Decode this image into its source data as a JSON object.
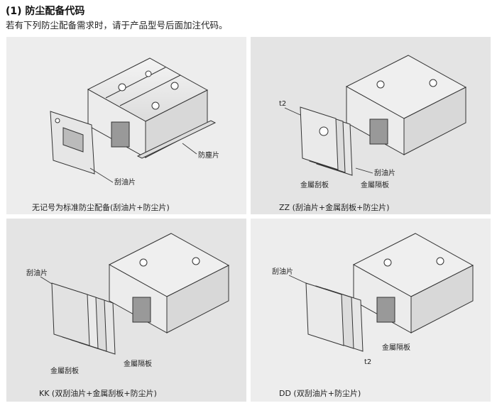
{
  "header": {
    "title": "(1) 防尘配备代码",
    "subtitle": "若有下列防尘配备需求时，请于产品型号后面加注代码。"
  },
  "panels": [
    {
      "caption": "无记号为标准防尘配备(刮油片+防尘片)",
      "labels": {
        "wiper": "刮油片",
        "dust": "防塵片"
      }
    },
    {
      "caption": "ZZ (刮油片+金属刮板+防尘片)",
      "labels": {
        "t2": "t2",
        "wiper": "刮油片",
        "scraper": "金屬刮板",
        "spacer": "金屬隔板"
      }
    },
    {
      "caption": "KK (双刮油片+金属刮板+防尘片)",
      "labels": {
        "wiper": "刮油片",
        "scraper": "金屬刮板",
        "spacer": "金屬隔板"
      }
    },
    {
      "caption": "DD (双刮油片+防尘片)",
      "labels": {
        "wiper": "刮油片",
        "spacer": "金屬隔板",
        "t2": "t2"
      }
    }
  ]
}
